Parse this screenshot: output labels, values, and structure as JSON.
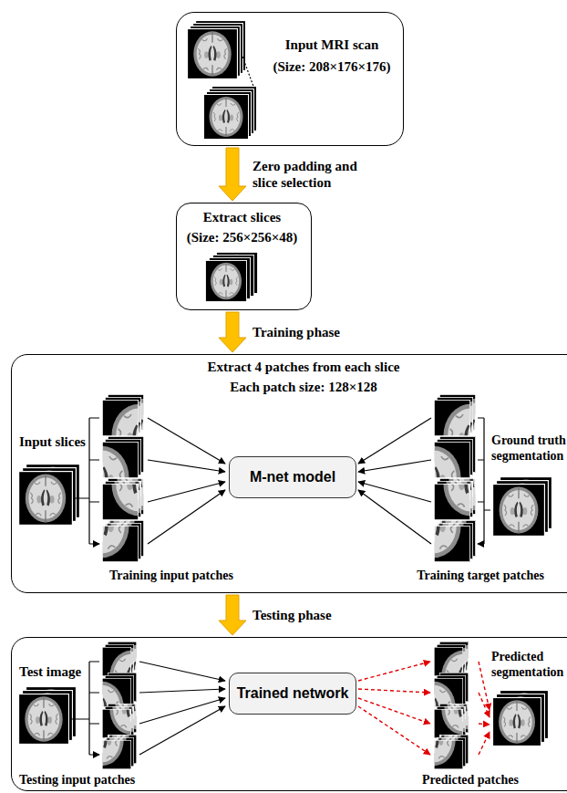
{
  "diagram": {
    "nodes": [
      {
        "text": [
          "Input MRI scan",
          "(Size: 208×176×176)"
        ]
      },
      {
        "text": [
          "Extract slices",
          "(Size: 256×256×48)"
        ]
      },
      {
        "text": [
          "Extract 4 patches from each slice",
          "Each patch size: 128×128",
          "Input slices",
          "Ground truth segmentation",
          "Training input patches",
          "Training target patches"
        ]
      },
      {
        "text": [
          "M-net model"
        ],
        "in": 2
      },
      {
        "text": [
          "Test image",
          "Predicted segmentation",
          "Testing input patches",
          "Predicted patches"
        ]
      },
      {
        "text": [
          "Trained network"
        ],
        "in": 4
      }
    ],
    "edges": [
      {
        "from": 0,
        "to": 1,
        "label": "Zero padding and slice selection",
        "arrow": "to"
      },
      {
        "from": 1,
        "to": 2,
        "label": "Training phase",
        "arrow": "to"
      },
      {
        "from": 2,
        "to": 4,
        "label": "Testing phase",
        "arrow": "to"
      }
    ]
  }
}
